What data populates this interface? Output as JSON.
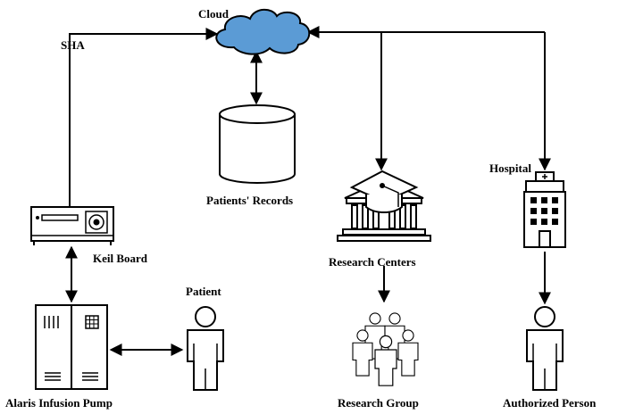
{
  "labels": {
    "cloud": "Cloud",
    "sha": "SHA",
    "patients_records": "Patients' Records",
    "keil_board": "Keil Board",
    "patient": "Patient",
    "alaris_pump": "Alaris Infusion Pump",
    "hospital": "Hospital",
    "research_centers": "Research Centers",
    "research_group": "Research Group",
    "authorized_person": "Authorized Person"
  },
  "colors": {
    "cloud_fill": "#5b9bd5",
    "stroke": "#000000",
    "background": "#ffffff"
  },
  "icons": [
    "cloud-icon",
    "database-icon",
    "keil-board-icon",
    "infusion-pump-icon",
    "person-icon",
    "university-icon",
    "hospital-building-icon",
    "group-icon"
  ]
}
